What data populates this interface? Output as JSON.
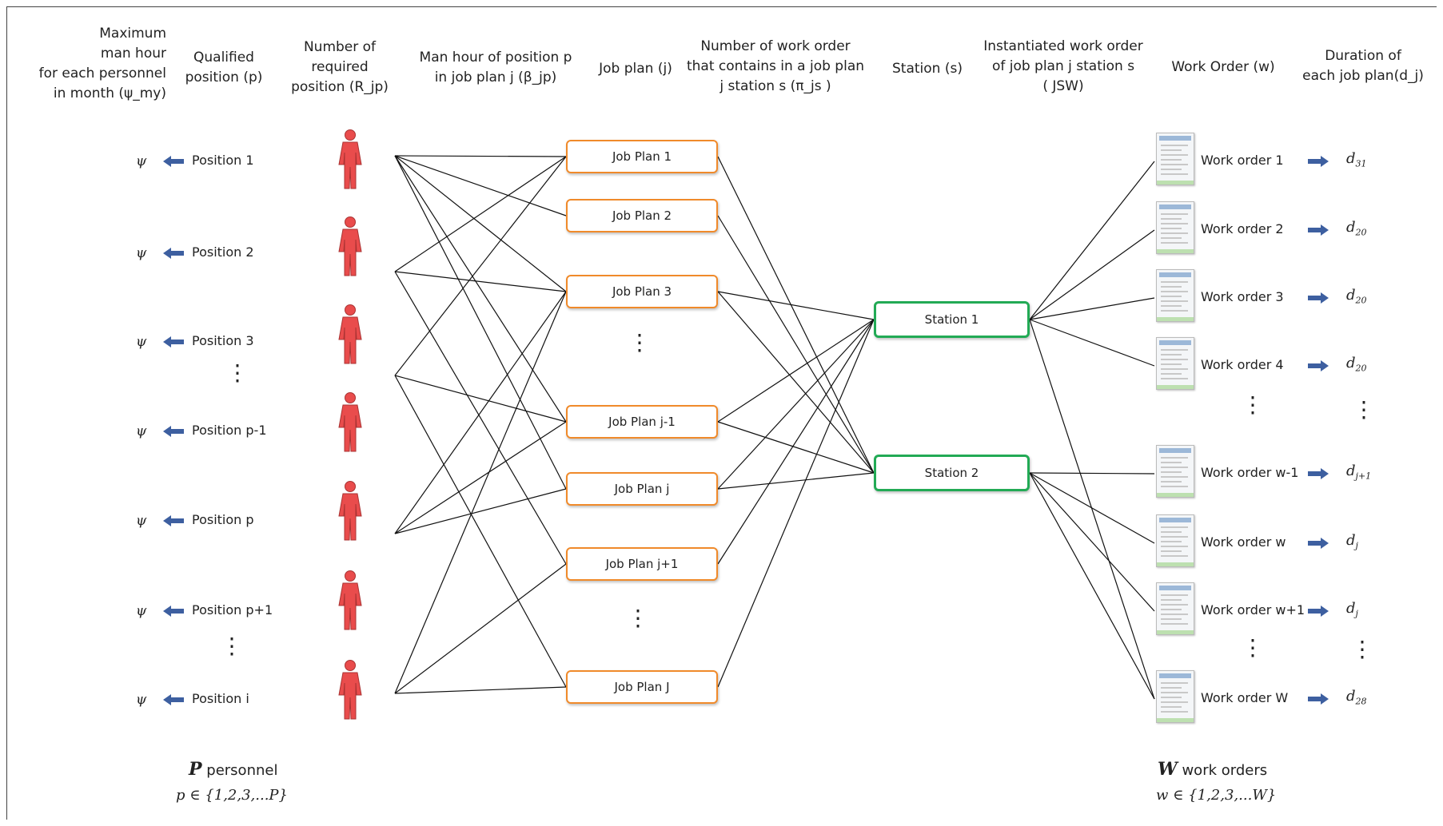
{
  "headers": {
    "max_man_hour": [
      "Maximum",
      "man hour",
      "for each personnel",
      "in month (ψ_my)"
    ],
    "qualified_position": [
      "Qualified",
      "position (p)"
    ],
    "required_position": [
      "Number of",
      "required",
      "position (R_jp)"
    ],
    "man_hour_position": [
      "Man hour of position p",
      "in job plan j (β_jp)"
    ],
    "job_plan": "Job plan (j)",
    "work_order_count": [
      "Number of work order",
      "that contains in a job plan",
      "j  station s (π_js )"
    ],
    "station": "Station (s)",
    "instantiated": [
      "Instantiated work order",
      "of job plan j  station s",
      "( JSW)"
    ],
    "work_order": "Work Order (w)",
    "duration": [
      "Duration of",
      "each job plan(d_j)"
    ]
  },
  "psi_symbol": "ψ",
  "positions": [
    "Position  1",
    "Position  2",
    "Position  3",
    "Position  p-1",
    "Position  p",
    "Position  p+1",
    "Position  i"
  ],
  "job_plans": [
    "Job Plan 1",
    "Job Plan 2",
    "Job Plan 3",
    "Job Plan j-1",
    "Job Plan j",
    "Job Plan j+1",
    "Job Plan J"
  ],
  "stations": [
    "Station 1",
    "Station 2"
  ],
  "work_orders": [
    "Work order 1",
    "Work order 2",
    "Work order 3",
    "Work order 4",
    "Work order w-1",
    "Work order w",
    "Work order w+1",
    "Work order W"
  ],
  "durations": [
    {
      "base": "d",
      "sub": "31"
    },
    {
      "base": "d",
      "sub": "20"
    },
    {
      "base": "d",
      "sub": "20"
    },
    {
      "base": "d",
      "sub": "20"
    },
    {
      "base": "d",
      "sub": "j+1"
    },
    {
      "base": "d",
      "sub": "j"
    },
    {
      "base": "d",
      "sub": "j"
    },
    {
      "base": "d",
      "sub": "28"
    }
  ],
  "vdots": "⋮",
  "footer_left": {
    "symbol": "P",
    "label": "personnel",
    "set": "p ∈ {1,2,3,...P}"
  },
  "footer_right": {
    "symbol": "W",
    "label": "work orders",
    "set": "w  ∈  {1,2,3,...W}"
  },
  "colors": {
    "job_plan_border": "#f08a2a",
    "station_border": "#22aa55",
    "arrow": "#3d5fa0",
    "person": "#e94c4c",
    "line": "#111111"
  },
  "icons": {
    "person": "person-icon",
    "document": "document-icon",
    "arrow_left": "arrow-left-icon",
    "arrow_right": "arrow-right-icon"
  }
}
